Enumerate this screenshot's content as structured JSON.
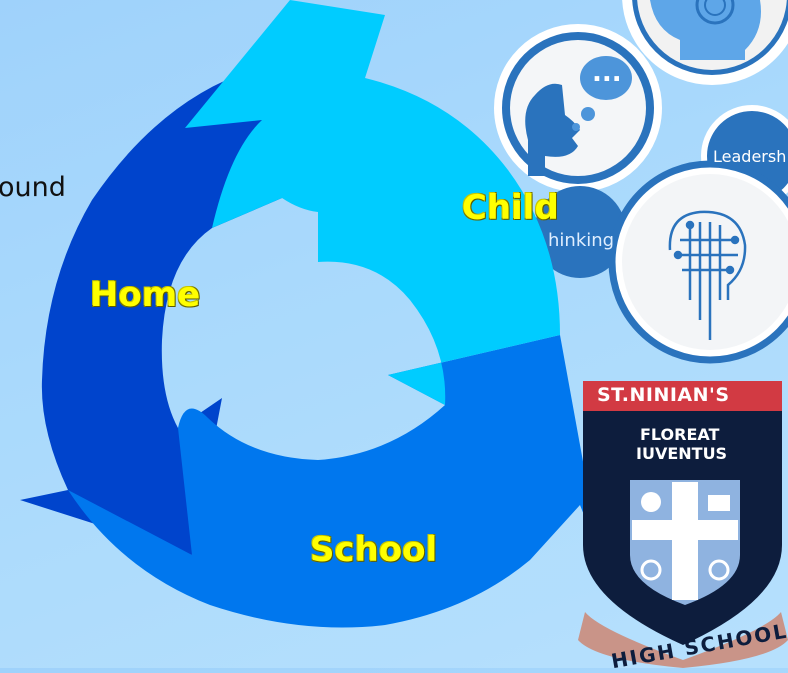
{
  "slide": {
    "partial_left_text": "ound"
  },
  "cycle": {
    "labels": {
      "child": "Child",
      "home": "Home",
      "school": "School"
    },
    "colors": {
      "child": "#00ccff",
      "home": "#0044cc",
      "school": "#0077ee",
      "label": "#ffff00"
    }
  },
  "skills_graphic": {
    "dots_text": "...",
    "leadership_text": "Leadersh",
    "thinking_text": "hinking",
    "icons": [
      "head-silhouette-thinking-icon",
      "head-silhouette-maze-icon",
      "head-circuit-brain-icon"
    ]
  },
  "crest": {
    "banner_text": "ST.NINIAN'S",
    "motto_line1": "FLOREAT",
    "motto_line2": "IUVENTUS",
    "ribbon_text": "HIGH SCHOOL",
    "colors": {
      "shield": "#0d1d3d",
      "banner": "#d23a43",
      "ribbon": "#c99488",
      "cross": "#8fb3e0"
    }
  }
}
